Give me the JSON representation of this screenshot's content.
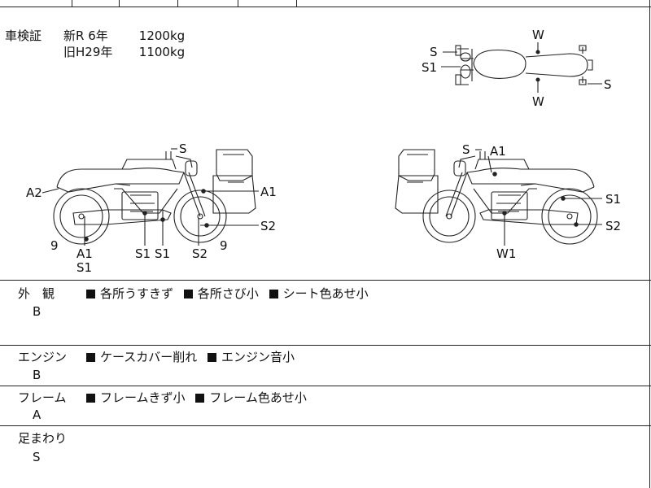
{
  "inspection": {
    "label": "車検証",
    "rows": [
      {
        "model": "新R 6年",
        "weight": "1200kg"
      },
      {
        "model": "旧H29年",
        "weight": "1100kg"
      }
    ]
  },
  "diagram": {
    "top_view": {
      "s_left": "S",
      "s1_left": "S1",
      "w_top": "W",
      "w_bottom": "W",
      "s_right": "S"
    },
    "left_view": {
      "s_top": "S",
      "a2": "A2",
      "a1_right": "A1",
      "s2_right": "S2",
      "nine_left": "9",
      "a1_bottom": "A1",
      "s1_bottom": "S1",
      "s1_a": "S1",
      "s1_b": "S1",
      "s2_bottom": "S2",
      "nine_right": "9"
    },
    "right_view": {
      "s_top": "S",
      "a1_top": "A1",
      "s1_right": "S1",
      "s2_right": "S2",
      "w1": "W1"
    }
  },
  "sections": [
    {
      "label": "外　観",
      "grade": "B",
      "notes": [
        "各所うすきず",
        "各所さび小",
        "シート色あせ小"
      ]
    },
    {
      "label": "エンジン",
      "grade": "B",
      "notes": [
        "ケースカバー削れ",
        "エンジン音小"
      ]
    },
    {
      "label": "フレーム",
      "grade": "A",
      "notes": [
        "フレームきず小",
        "フレーム色あせ小"
      ]
    },
    {
      "label": "足まわり",
      "grade": "S",
      "notes": []
    }
  ]
}
